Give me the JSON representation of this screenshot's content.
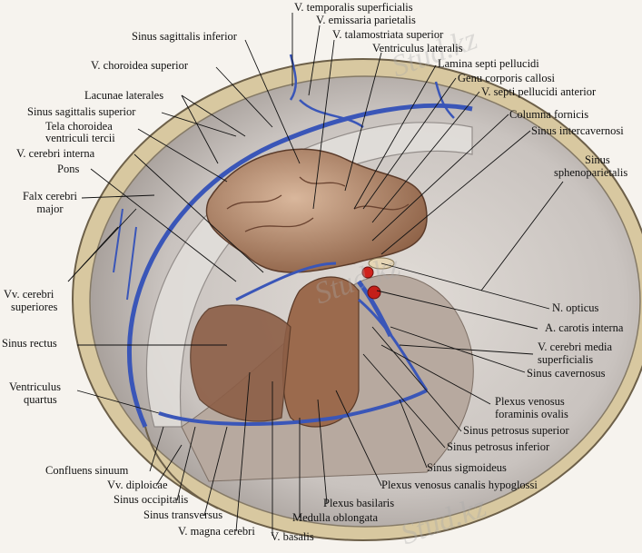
{
  "labels": {
    "v_temporalis_superficialis": "V. temporalis superficialis",
    "v_emissaria_parietalis": "V. emissaria parietalis",
    "sinus_sagittalis_inferior": "Sinus sagittalis inferior",
    "v_talamostriata_superior": "V. talamostriata superior",
    "ventriculus_lateralis": "Ventriculus lateralis",
    "v_choroidea_superior": "V. choroidea superior",
    "lamina_septi_pellucidi": "Lamina septi pellucidi",
    "genu_corporis_callosi": "Genu corporis callosi",
    "lacunae_laterales": "Lacunae laterales",
    "v_septi_pellucidi_anterior": "V. septi pellucidi anterior",
    "sinus_sagittalis_superior": "Sinus sagittalis superior",
    "columna_fornicis": "Columna fornicis",
    "tela_choroidea_1": "Tela choroidea",
    "tela_choroidea_2": "ventriculi tercii",
    "sinus_intercavernosi": "Sinus intercavernosi",
    "v_cerebri_interna": "V. cerebri interna",
    "sinus_sphenoparietalis_1": "Sinus",
    "sinus_sphenoparietalis_2": "sphenoparietalis",
    "pons": "Pons",
    "falx_cerebri_1": "Falx cerebri",
    "falx_cerebri_2": "major",
    "vv_cerebri_superiores_1": "Vv. cerebri",
    "vv_cerebri_superiores_2": "superiores",
    "n_opticus": "N. opticus",
    "a_carotis_interna": "A. carotis interna",
    "sinus_rectus": "Sinus rectus",
    "v_cerebri_media_1": "V. cerebri media",
    "v_cerebri_media_2": "superficialis",
    "sinus_cavernosus": "Sinus cavernosus",
    "ventriculus_quartus_1": "Ventriculus",
    "ventriculus_quartus_2": "quartus",
    "plexus_venosus_foraminis_1": "Plexus venosus",
    "plexus_venosus_foraminis_2": "foraminis ovalis",
    "sinus_petrosus_superior": "Sinus petrosus superior",
    "sinus_petrosus_inferior": "Sinus petrosus inferior",
    "sinus_sigmoideus": "Sinus sigmoideus",
    "confluens_sinuum": "Confluens sinuum",
    "vv_diploicae": "Vv. diploicae",
    "plexus_venosus_canalis": "Plexus venosus canalis hypoglossi",
    "sinus_occipitalis": "Sinus occipitalis",
    "plexus_basilaris": "Plexus basilaris",
    "sinus_transversus": "Sinus transversus",
    "medulla_oblongata": "Medulla oblongata",
    "v_magna_cerebri": "V. magna cerebri",
    "v_basalis": "V. basalis"
  },
  "watermarks": [
    "Stud.kz",
    "Stud.kz",
    "Stud.kz"
  ],
  "colors": {
    "bone": "#d9cba9",
    "dura": "#cfcac6",
    "dura_dark": "#9f9a98",
    "vein": "#3a56b8",
    "brain": "#b88a6a",
    "brain_light": "#d7b398",
    "artery": "#d0231d"
  }
}
